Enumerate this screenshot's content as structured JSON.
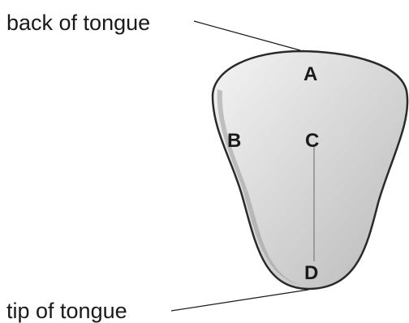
{
  "diagram": {
    "labels": {
      "back": "back of tongue",
      "tip": "tip of tongue"
    },
    "regions": {
      "a": "A",
      "b": "B",
      "c": "C",
      "d": "D"
    },
    "colors": {
      "outline": "#2a2a2a",
      "fill_light": "#f4f4f4",
      "fill_dark": "#b9b9b9",
      "edge_shade": "#9a9a9a",
      "midline": "#8c8c8c"
    }
  }
}
